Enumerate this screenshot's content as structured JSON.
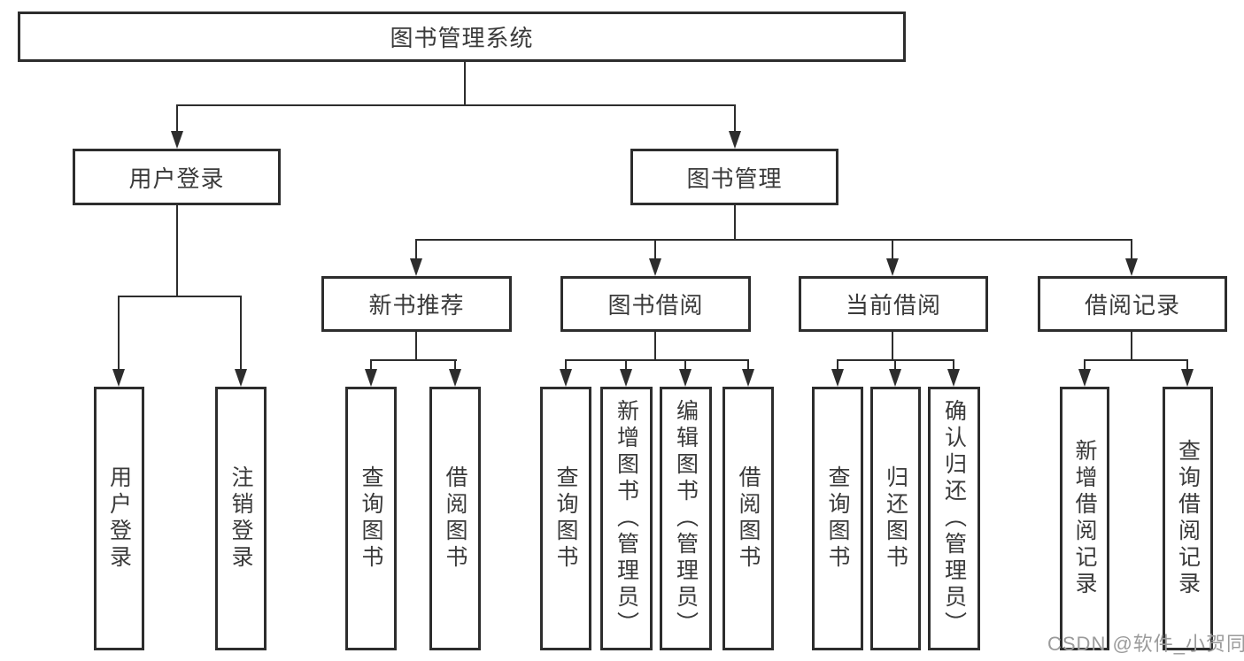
{
  "diagram": {
    "root": {
      "label": "图书管理系统"
    },
    "branches": [
      {
        "label": "用户登录",
        "children": [
          {
            "label": "用户登录"
          },
          {
            "label": "注销登录"
          }
        ]
      },
      {
        "label": "图书管理",
        "children": [
          {
            "label": "新书推荐",
            "children": [
              {
                "label": "查询图书"
              },
              {
                "label": "借阅图书"
              }
            ]
          },
          {
            "label": "图书借阅",
            "children": [
              {
                "label": "查询图书"
              },
              {
                "label": "新增图书（管理员）"
              },
              {
                "label": "编辑图书（管理员）"
              },
              {
                "label": "借阅图书"
              }
            ]
          },
          {
            "label": "当前借阅",
            "children": [
              {
                "label": "查询图书"
              },
              {
                "label": "归还图书"
              },
              {
                "label": "确认归还（管理员）"
              }
            ]
          },
          {
            "label": "借阅记录",
            "children": [
              {
                "label": "新增借阅记录"
              },
              {
                "label": "查询借阅记录"
              }
            ]
          }
        ]
      }
    ]
  },
  "watermark": {
    "text": "CSDN @软件_小贺同学"
  },
  "colors": {
    "line": "#2d2d2d",
    "text": "#3a3a3a",
    "watermark": "#9b9b9b",
    "background": "#ffffff"
  }
}
